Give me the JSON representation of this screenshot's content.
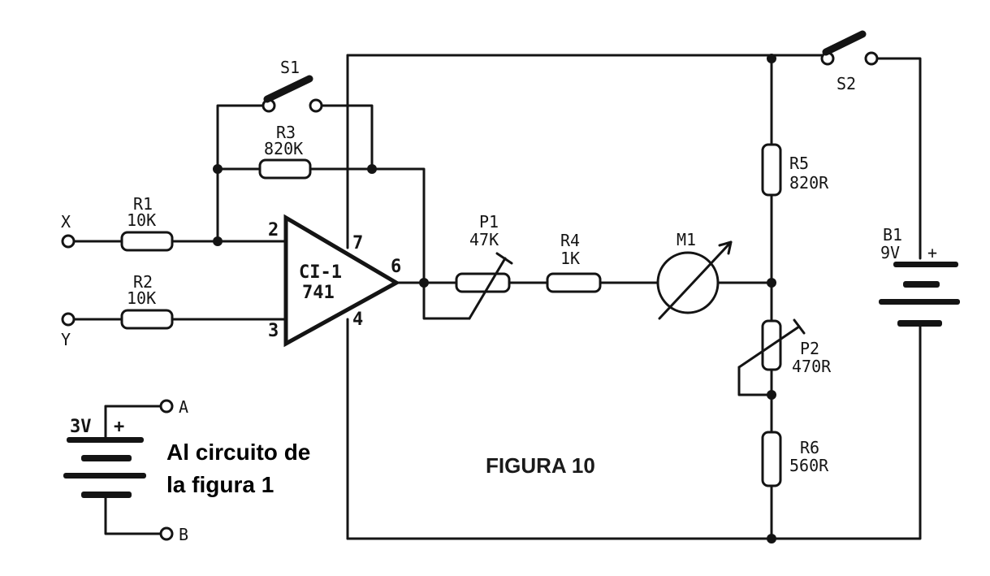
{
  "figure_title": "FIGURA 10",
  "note": {
    "line1": "Al circuito de",
    "line2": "la figura 1"
  },
  "terminals": {
    "x": "X",
    "y": "Y",
    "a": "A",
    "b": "B"
  },
  "battery_3v": {
    "label": "3V",
    "polarity": "+"
  },
  "battery_b1": {
    "name": "B1",
    "value": "9V",
    "polarity": "+"
  },
  "switches": {
    "s1": "S1",
    "s2": "S2"
  },
  "opamp": {
    "name": "CI-1",
    "part": "741",
    "pin_inv": "2",
    "pin_noninv": "3",
    "pin_vplus": "7",
    "pin_vminus": "4",
    "pin_out": "6"
  },
  "components": {
    "r1": {
      "name": "R1",
      "value": "10K"
    },
    "r2": {
      "name": "R2",
      "value": "10K"
    },
    "r3": {
      "name": "R3",
      "value": "820K"
    },
    "r4": {
      "name": "R4",
      "value": "1K"
    },
    "r5": {
      "name": "R5",
      "value": "820R"
    },
    "r6": {
      "name": "R6",
      "value": "560R"
    },
    "p1": {
      "name": "P1",
      "value": "47K"
    },
    "p2": {
      "name": "P2",
      "value": "470R"
    },
    "m1": {
      "name": "M1"
    }
  }
}
